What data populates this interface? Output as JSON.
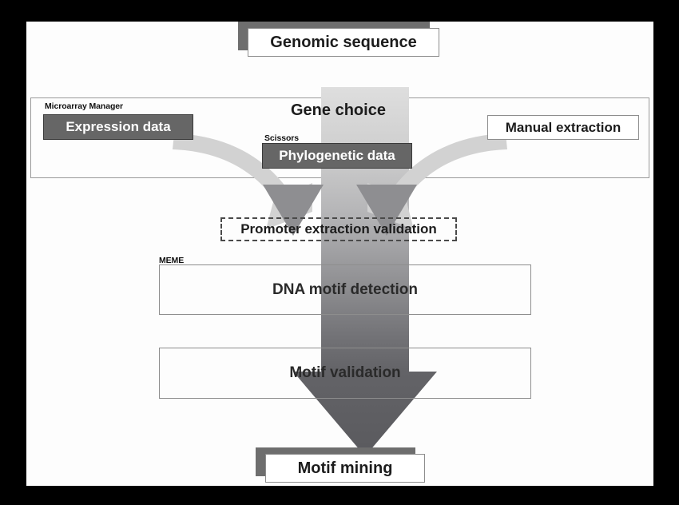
{
  "diagram": {
    "title": "Motif mining workflow",
    "background_color": "#000000",
    "canvas_color": "#fdfdfd",
    "accent_fill": "#666666",
    "arrow_top_color": "#dcdcdc",
    "arrow_bottom_color": "#5e5e61"
  },
  "nodes": {
    "genomic_sequence": {
      "label": "Genomic sequence"
    },
    "gene_choice_group": {
      "label": "Gene choice"
    },
    "expression_data": {
      "label": "Expression data",
      "caption": "Microarray Manager"
    },
    "phylogenetic_data": {
      "label": "Phylogenetic  data",
      "caption": "Scissors"
    },
    "manual_extraction": {
      "label": "Manual extraction"
    },
    "promoter_validation": {
      "label": "Promoter extraction validation"
    },
    "dna_motif_detection": {
      "label": "DNA motif detection",
      "caption": "MEME"
    },
    "motif_validation": {
      "label": "Motif validation"
    },
    "motif_mining": {
      "label": "Motif mining"
    }
  },
  "flow": {
    "main_arrow": "downward-gradient-arrow",
    "left_feed_arrow": "curved-arrow-from-expression-data",
    "right_feed_arrow": "curved-arrow-from-manual-extraction"
  }
}
